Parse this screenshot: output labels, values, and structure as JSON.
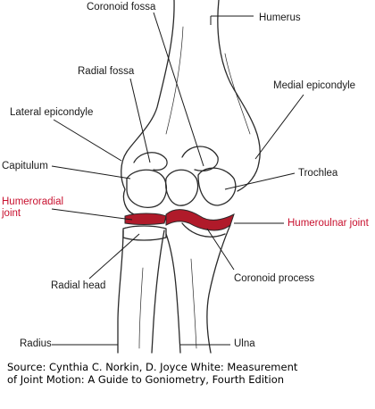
{
  "labels": {
    "coronoid_fossa": "Coronoid fossa",
    "humerus": "Humerus",
    "radial_fossa": "Radial fossa",
    "medial_epicondyle": "Medial epicondyle",
    "lateral_epicondyle": "Lateral epicondyle",
    "capitulum": "Capitulum",
    "trochlea": "Trochlea",
    "humeroradial_line1": "Humeroradial",
    "humeroradial_line2": "joint",
    "humeroulnar_joint": "Humeroulnar joint",
    "radial_head": "Radial head",
    "coronoid_process": "Coronoid process",
    "radius": "Radius",
    "ulna": "Ulna"
  },
  "caption": {
    "line1": "Source: Cynthia C. Norkin, D. Joyce White: Measurement",
    "line2": "of Joint Motion: A Guide to Goniometry, Fourth Edition"
  },
  "colors": {
    "joint": "#b01a2a",
    "label_accent": "#c8102e",
    "ink": "#222222"
  }
}
